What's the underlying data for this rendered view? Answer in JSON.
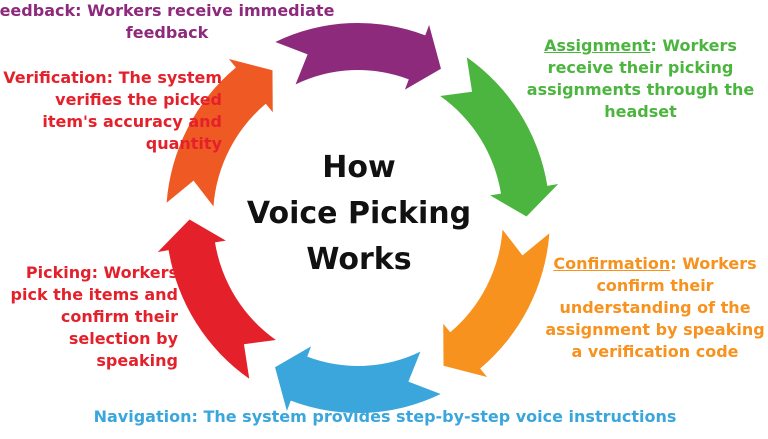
{
  "title": {
    "line1": "How",
    "line2": "Voice Picking",
    "line3": "Works"
  },
  "steps": {
    "assignment": {
      "term": "Assignment",
      "rest": ": Workers receive their picking assignments through the headset",
      "color": "#4cb53f"
    },
    "confirmation": {
      "term": "Confirmation",
      "rest": ": Workers confirm their understanding of the assignment by speaking a verification code",
      "color": "#f7921e"
    },
    "navigation": {
      "text": "Navigation: The system provides step-by-step voice instructions",
      "color": "#3aa6dc"
    },
    "picking": {
      "text": "Picking: Workers pick the items and confirm their selection by speaking",
      "color": "#e4212b"
    },
    "verification": {
      "text": "Verification: The system verifies the picked item's accuracy and quantity",
      "color": "#e4212b"
    },
    "feedback": {
      "text": "eedback: Workers receive immediate feedback",
      "color": "#8e2a7b"
    }
  },
  "arrow_colors": [
    "#8e2a7b",
    "#4cb53f",
    "#f7921e",
    "#3aa6dc",
    "#e4212b",
    "#ef5a24"
  ]
}
